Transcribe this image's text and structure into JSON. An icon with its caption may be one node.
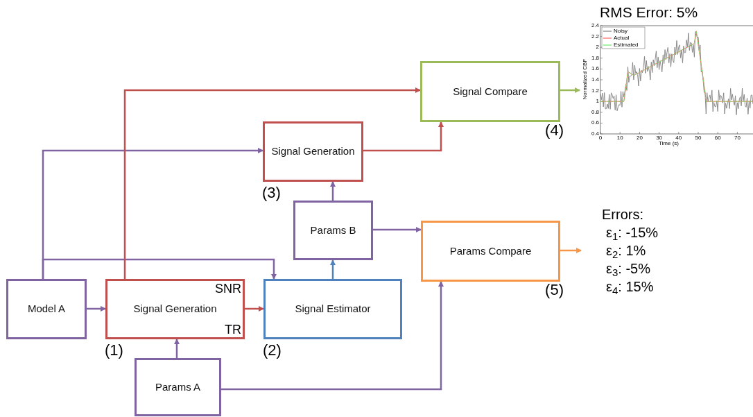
{
  "diagram": {
    "nodes": [
      {
        "text": [
          "Model A"
        ]
      },
      {
        "text": [
          "SNR",
          "Signal Generation",
          "TR"
        ],
        "beside": [
          "(1)"
        ]
      },
      {
        "text": [
          "Signal Estimator"
        ],
        "beside": [
          "(2)"
        ]
      },
      {
        "text": [
          "Params A"
        ]
      },
      {
        "text": [
          "Params B"
        ]
      },
      {
        "text": [
          "Signal Generation"
        ],
        "beside": [
          "(3)"
        ]
      },
      {
        "text": [
          "Signal Compare"
        ],
        "beside": [
          "(4)"
        ]
      },
      {
        "text": [
          "Params Compare"
        ],
        "beside": [
          "(5)"
        ]
      },
      {
        "text": [
          "RMS Error: 5%"
        ]
      },
      {
        "text": [
          "Errors:",
          "ε$_{1}$: -15%",
          "ε$_{2}$: 1%",
          "ε$_{3}$: -5%",
          "ε$_{4}$: 15%"
        ]
      }
    ],
    "edges": [
      {
        "from": 0,
        "to": 1,
        "arrow": "to"
      },
      {
        "from": 1,
        "to": 2,
        "arrow": "to",
        "color": "#c0504d"
      },
      {
        "from": 3,
        "to": 1,
        "arrow": "to"
      },
      {
        "from": 2,
        "to": 4,
        "arrow": "to",
        "color": "#4f81bd"
      },
      {
        "from": 4,
        "to": 5,
        "arrow": "to"
      },
      {
        "from": 4,
        "to": 7,
        "arrow": "to"
      },
      {
        "from": 3,
        "to": 7,
        "arrow": "to"
      },
      {
        "from": 0,
        "to": 5,
        "arrow": "to"
      },
      {
        "from": 0,
        "to": 2,
        "arrow": "to"
      },
      {
        "from": 1,
        "to": 6,
        "arrow": "to",
        "color": "#c0504d"
      },
      {
        "from": 5,
        "to": 6,
        "arrow": "to",
        "color": "#c0504d"
      },
      {
        "from": 6,
        "to": 8,
        "arrow": "to",
        "color": "#9bbb59"
      },
      {
        "from": 7,
        "to": 9,
        "arrow": "to",
        "color": "#f79646"
      }
    ],
    "labels": [
      "2.4",
      "2.2",
      "2",
      "1.8",
      "1.6",
      "1.4",
      "1.2",
      "1",
      "0.8",
      "0.6",
      "0.4",
      "0",
      "10",
      "20",
      "30",
      "40",
      "50",
      "60",
      "70",
      "Time (s)",
      "Normalized CBF"
    ],
    "legend": [
      {
        "text": "Noisy"
      },
      {
        "text": "Actual"
      },
      {
        "text": "Estimated"
      }
    ]
  }
}
